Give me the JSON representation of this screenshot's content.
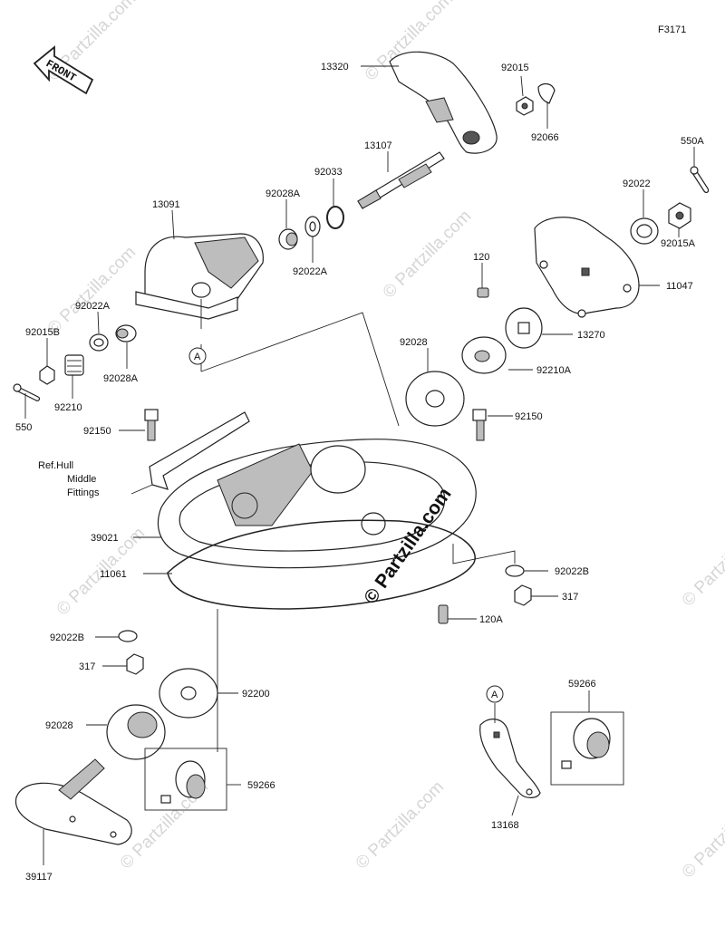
{
  "figure_code": "F3171",
  "front_arrow_text": "FRONT",
  "watermark": "© Partzilla.com",
  "copyright": "© Partzilla.com",
  "ref_note": [
    "Ref.Hull",
    "Middle",
    "Fittings"
  ],
  "callouts": {
    "a": "A"
  },
  "parts": {
    "p13320": "13320",
    "p92015": "92015",
    "p92066": "92066",
    "p550A": "550A",
    "p13107": "13107",
    "p92033": "92033",
    "p92028A_top": "92028A",
    "p92022A_top": "92022A",
    "p13091": "13091",
    "p92022": "92022",
    "p92015A": "92015A",
    "p11047": "11047",
    "p120": "120",
    "p92022A_left": "92022A",
    "p92015B": "92015B",
    "p92028A_left": "92028A",
    "p92210": "92210",
    "p550": "550",
    "p13270": "13270",
    "p92028_mid": "92028",
    "p92210A": "92210A",
    "p92150_left": "92150",
    "p92150_right": "92150",
    "p39021": "39021",
    "p11061": "11061",
    "p92022B_right": "92022B",
    "p317_right": "317",
    "p120A": "120A",
    "p92022B_left": "92022B",
    "p317_left": "317",
    "p92200": "92200",
    "p92028_low": "92028",
    "p59266_left": "59266",
    "p59266_right": "59266",
    "p13168": "13168",
    "p39117": "39117"
  }
}
